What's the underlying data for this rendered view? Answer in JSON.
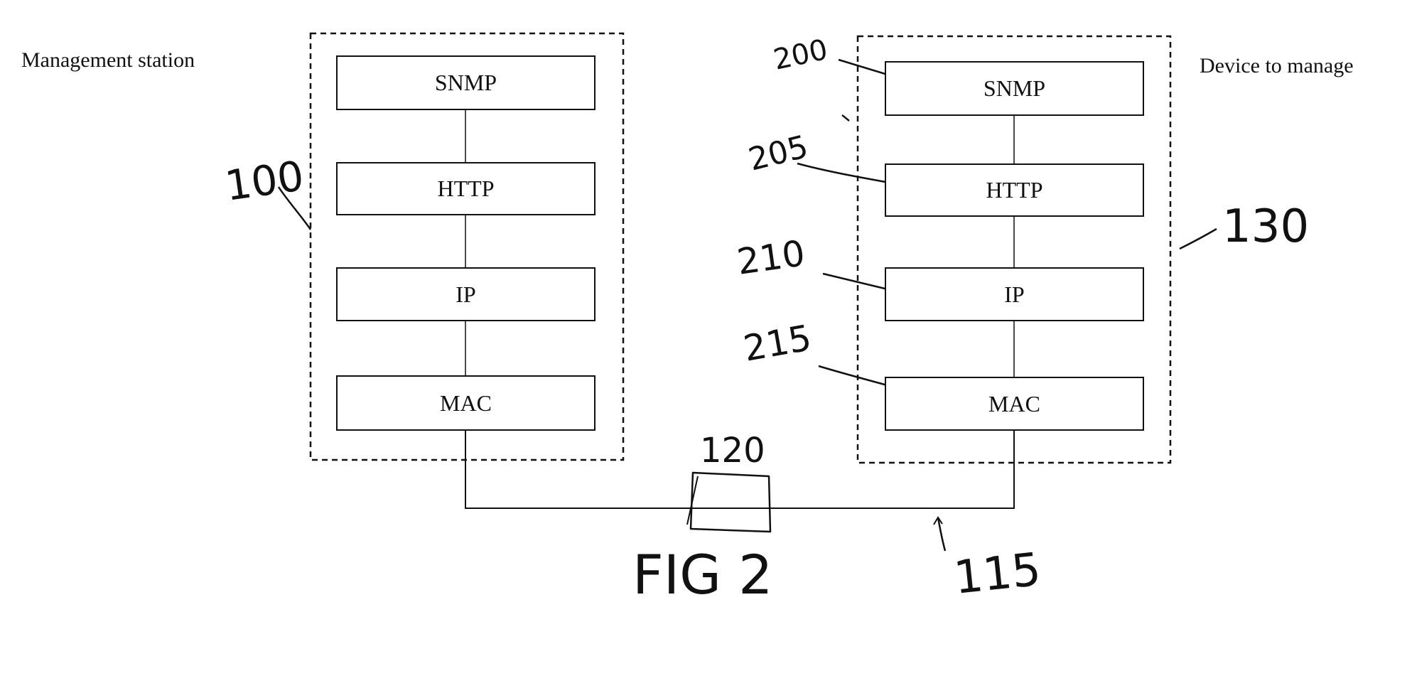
{
  "left_stack": {
    "title": "Management station",
    "ref": "100",
    "layers": [
      "SNMP",
      "HTTP",
      "IP",
      "MAC"
    ]
  },
  "right_stack": {
    "title": "Device to manage",
    "ref": "130",
    "layers": [
      "SNMP",
      "HTTP",
      "IP",
      "MAC"
    ],
    "layer_refs": [
      "200",
      "205",
      "210",
      "215"
    ]
  },
  "link": {
    "box_ref": "120",
    "line_ref": "115"
  },
  "figure_label": "FIG 2"
}
